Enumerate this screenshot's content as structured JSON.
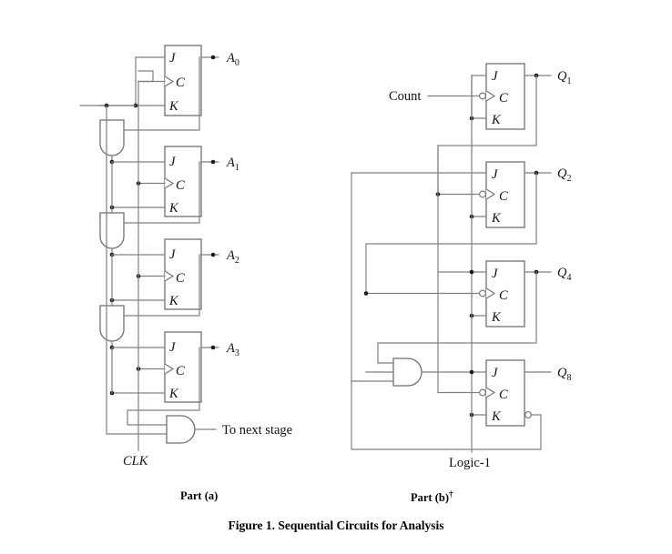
{
  "figure": {
    "caption": "Figure 1.  Sequential Circuits for Analysis",
    "part_a_label": "Part (a)",
    "part_b_label": "Part (b)",
    "part_b_dagger": "†"
  },
  "part_a": {
    "title": "Part (a)",
    "clock_label": "CLK",
    "output_label": "To next stage",
    "flipflops": [
      {
        "id": "ff-a0",
        "type": "JK",
        "pins": {
          "j": "J",
          "c": "C",
          "k": "K"
        },
        "output": "A",
        "output_sub": "0"
      },
      {
        "id": "ff-a1",
        "type": "JK",
        "pins": {
          "j": "J",
          "c": "C",
          "k": "K"
        },
        "output": "A",
        "output_sub": "1"
      },
      {
        "id": "ff-a2",
        "type": "JK",
        "pins": {
          "j": "J",
          "c": "C",
          "k": "K"
        },
        "output": "A",
        "output_sub": "2"
      },
      {
        "id": "ff-a3",
        "type": "JK",
        "pins": {
          "j": "J",
          "c": "C",
          "k": "K"
        },
        "output": "A",
        "output_sub": "3"
      }
    ],
    "gates": [
      {
        "id": "and-a-1",
        "type": "AND",
        "orientation": "vertical"
      },
      {
        "id": "and-a-2",
        "type": "AND",
        "orientation": "vertical"
      },
      {
        "id": "and-a-3",
        "type": "AND",
        "orientation": "vertical"
      },
      {
        "id": "and-a-out",
        "type": "AND",
        "orientation": "horizontal"
      }
    ]
  },
  "part_b": {
    "title": "Part (b)",
    "input_label": "Count",
    "logic_one_label": "Logic-1",
    "flipflops": [
      {
        "id": "ff-q1",
        "type": "JK",
        "pins": {
          "j": "J",
          "c": "C",
          "k": "K"
        },
        "output": "Q",
        "output_sub": "1",
        "clock_inverted": true
      },
      {
        "id": "ff-q2",
        "type": "JK",
        "pins": {
          "j": "J",
          "c": "C",
          "k": "K"
        },
        "output": "Q",
        "output_sub": "2",
        "clock_inverted": true
      },
      {
        "id": "ff-q4",
        "type": "JK",
        "pins": {
          "j": "J",
          "c": "C",
          "k": "K"
        },
        "output": "Q",
        "output_sub": "4",
        "clock_inverted": true
      },
      {
        "id": "ff-q8",
        "type": "JK",
        "pins": {
          "j": "J",
          "c": "C",
          "k": "K"
        },
        "output": "Q",
        "output_sub": "8",
        "clock_inverted": true,
        "has_inverted_output": true
      }
    ],
    "gates": [
      {
        "id": "and-b-1",
        "type": "AND",
        "orientation": "horizontal",
        "inputs": 3
      }
    ]
  },
  "colors": {
    "wire": "#808080",
    "box_stroke": "#6f6f6f",
    "text": "#111111",
    "background": "#ffffff"
  }
}
